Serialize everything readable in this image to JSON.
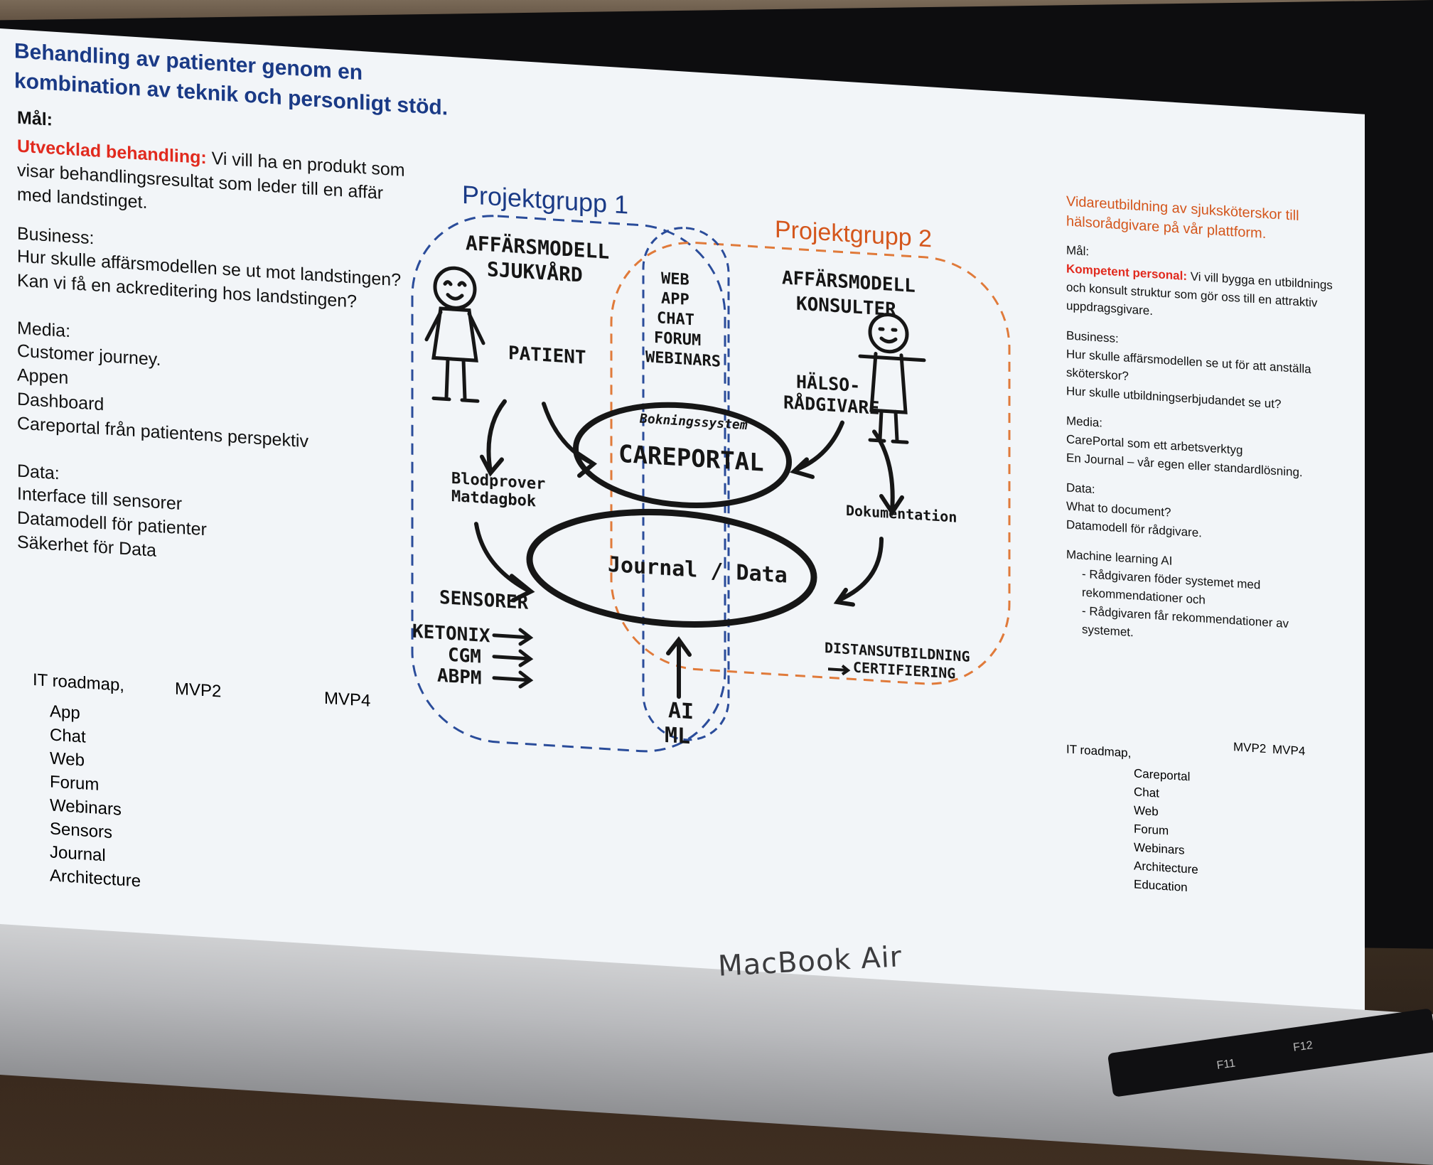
{
  "slide": {
    "title": "Behandling av patienter genom en kombination av teknik och personligt stöd.",
    "left": {
      "goal_label": "Mål:",
      "goal_highlight": "Utvecklad behandling:",
      "goal_text": " Vi vill ha en produkt som visar behandlingsresultat som leder till en affär med landstinget.",
      "business_label": "Business:",
      "business_lines": [
        "Hur skulle affärsmodellen se ut mot landstingen?",
        "Kan vi få en ackreditering hos landstingen?"
      ],
      "media_label": "Media:",
      "media_lines": [
        "Customer journey.",
        "Appen",
        "Dashboard",
        "Careportal från patientens perspektiv"
      ],
      "data_label": "Data:",
      "data_lines": [
        "Interface till sensorer",
        "Datamodell för patienter",
        "Säkerhet för Data"
      ],
      "roadmap_label": "IT roadmap,",
      "roadmap_mvp2": "MVP2",
      "roadmap_mvp4": "MVP4",
      "roadmap_items": [
        "App",
        "Chat",
        "Web",
        "Forum",
        "Webinars",
        "Sensors",
        "Journal",
        "Architecture"
      ]
    },
    "right": {
      "heading": "Vidareutbildning av sjuksköterskor till hälsorådgivare på vår plattform.",
      "goal_label": "Mål:",
      "goal_highlight": "Kompetent personal:",
      "goal_text": " Vi vill bygga en utbildnings och konsult struktur som gör oss till en attraktiv uppdragsgivare.",
      "business_label": "Business:",
      "business_lines": [
        "Hur skulle affärsmodellen se ut för att anställa sköterskor?",
        "Hur skulle utbildningserbjudandet se ut?"
      ],
      "media_label": "Media:",
      "media_lines": [
        "CarePortal som ett arbetsverktyg",
        "En Journal – vår egen eller standardlösning."
      ],
      "data_label": "Data:",
      "data_lines": [
        "What to document?",
        "Datamodell för rådgivare."
      ],
      "ml_label": "Machine learning AI",
      "ml_lines": [
        "Rådgivaren föder systemet med rekommendationer och",
        "Rådgivaren får rekommendationer av systemet."
      ],
      "roadmap_label": "IT roadmap,",
      "roadmap_mvp2": "MVP2",
      "roadmap_mvp4": "MVP4",
      "roadmap_items": [
        "Careportal",
        "Chat",
        "Web",
        "Forum",
        "Webinars",
        "Architecture",
        "Education"
      ]
    },
    "diagram": {
      "group1_label": "Projektgrupp 1",
      "group2_label": "Projektgrupp 2",
      "bm_healthcare_line1": "AFFÄRSMODELL",
      "bm_healthcare_line2": "SJUKVÅRD",
      "bm_consult_line1": "AFFÄRSMODELL",
      "bm_consult_line2": "KONSULTER",
      "patient": "PATIENT",
      "advisor_line1": "HÄLSO-",
      "advisor_line2": "RÅDGIVARE",
      "channels": [
        "WEB",
        "APP",
        "CHAT",
        "FORUM",
        "WEBINARS"
      ],
      "booking": "Bokningssystem",
      "careportal": "CAREPORTAL",
      "journal": "Journal / Data",
      "blood_line1": "Blodprover",
      "blood_line2": "Matdagbok",
      "documentation": "Dokumentation",
      "sensors_label": "SENSORER",
      "sensors": [
        "KETONIX",
        "CGM",
        "ABPM"
      ],
      "ai_line1": "AI",
      "ai_line2": "ML",
      "distance_line1": "DISTANSUTBILDNING",
      "distance_line2": "CERTIFIERING"
    }
  },
  "device": {
    "brand": "MacBook Air",
    "keys": [
      "F11",
      "F12"
    ]
  },
  "colors": {
    "title_blue": "#1a3a86",
    "accent_red": "#e12a1e",
    "accent_orange": "#d4561c",
    "screen_bg": "#f2f5f8"
  }
}
